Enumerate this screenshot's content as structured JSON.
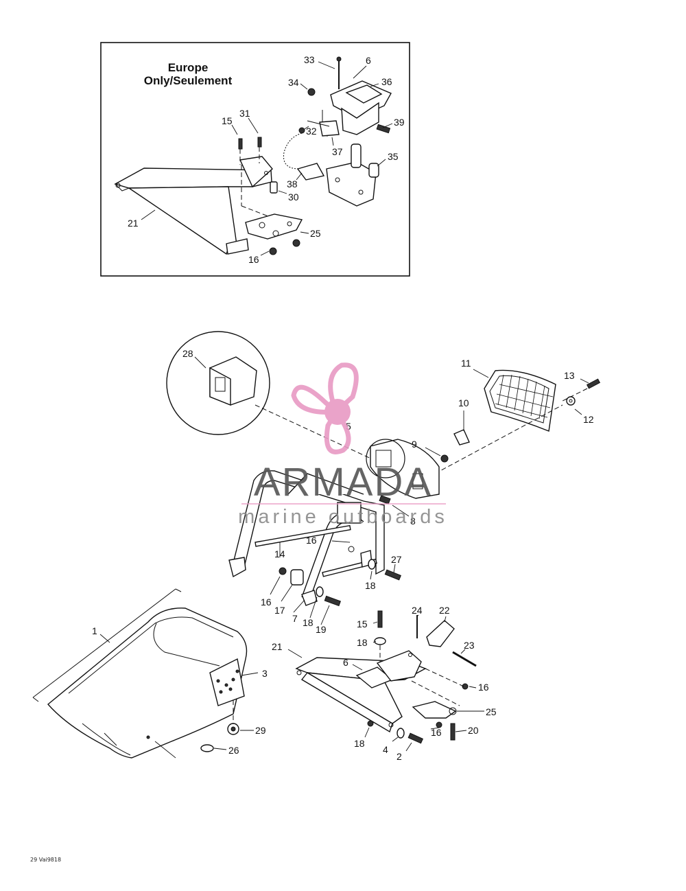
{
  "inset": {
    "title_line1": "Europe",
    "title_line2": "Only/Seulement"
  },
  "callouts": {
    "inset": [
      {
        "id": "c33",
        "text": "33"
      },
      {
        "id": "c6a",
        "text": "6"
      },
      {
        "id": "c34",
        "text": "34"
      },
      {
        "id": "c36",
        "text": "36"
      },
      {
        "id": "c31",
        "text": "31"
      },
      {
        "id": "c15a",
        "text": "15"
      },
      {
        "id": "c32",
        "text": "32"
      },
      {
        "id": "c39",
        "text": "39"
      },
      {
        "id": "c37",
        "text": "37"
      },
      {
        "id": "c35",
        "text": "35"
      },
      {
        "id": "c38",
        "text": "38"
      },
      {
        "id": "c30",
        "text": "30"
      },
      {
        "id": "c21a",
        "text": "21"
      },
      {
        "id": "c25a",
        "text": "25"
      },
      {
        "id": "c16a",
        "text": "16"
      }
    ],
    "main": [
      {
        "id": "c28",
        "text": "28"
      },
      {
        "id": "c11",
        "text": "11"
      },
      {
        "id": "c13",
        "text": "13"
      },
      {
        "id": "c10",
        "text": "10"
      },
      {
        "id": "c12",
        "text": "12"
      },
      {
        "id": "c5",
        "text": "5"
      },
      {
        "id": "c9",
        "text": "9"
      },
      {
        "id": "c8",
        "text": "8"
      },
      {
        "id": "c14",
        "text": "14"
      },
      {
        "id": "c16b",
        "text": "16"
      },
      {
        "id": "c27",
        "text": "27"
      },
      {
        "id": "c18a",
        "text": "18"
      },
      {
        "id": "c16c",
        "text": "16"
      },
      {
        "id": "c17",
        "text": "17"
      },
      {
        "id": "c7",
        "text": "7"
      },
      {
        "id": "c18b",
        "text": "18"
      },
      {
        "id": "c19",
        "text": "19"
      },
      {
        "id": "c1",
        "text": "1"
      },
      {
        "id": "c24",
        "text": "24"
      },
      {
        "id": "c22",
        "text": "22"
      },
      {
        "id": "c15b",
        "text": "15"
      },
      {
        "id": "c18c",
        "text": "18"
      },
      {
        "id": "c23",
        "text": "23"
      },
      {
        "id": "c21b",
        "text": "21"
      },
      {
        "id": "c3",
        "text": "3"
      },
      {
        "id": "c6b",
        "text": "6"
      },
      {
        "id": "c16d",
        "text": "16"
      },
      {
        "id": "c25b",
        "text": "25"
      },
      {
        "id": "c29",
        "text": "29"
      },
      {
        "id": "c16e",
        "text": "16"
      },
      {
        "id": "c20",
        "text": "20"
      },
      {
        "id": "c18d",
        "text": "18"
      },
      {
        "id": "c4",
        "text": "4"
      },
      {
        "id": "c26",
        "text": "26"
      },
      {
        "id": "c2",
        "text": "2"
      }
    ]
  },
  "watermark": {
    "brand": "ARMADA",
    "tagline": "marine outboards",
    "brand_color": "#555555",
    "accent_color": "#e89ac4"
  },
  "figure_code": "29 Vai9818"
}
